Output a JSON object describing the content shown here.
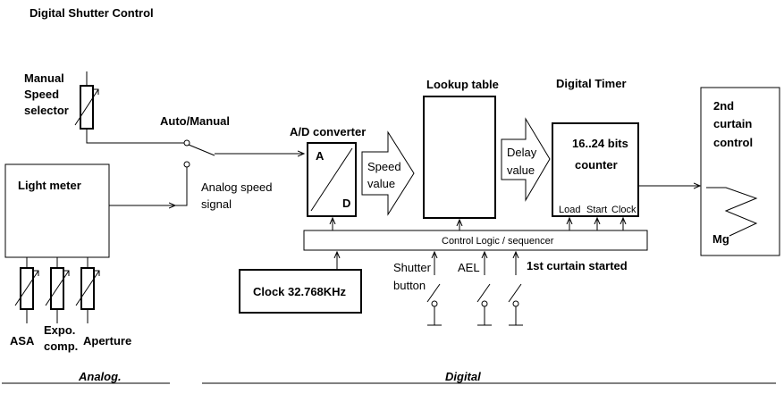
{
  "title": "Digital Shutter Control",
  "labels": {
    "manual_speed_selector": [
      "Manual",
      "Speed",
      "selector"
    ],
    "auto_manual": "Auto/Manual",
    "light_meter": "Light meter",
    "analog_speed_signal": [
      "Analog speed",
      "signal"
    ],
    "ad_converter": "A/D converter",
    "ad_a": "A",
    "ad_d": "D",
    "speed_value": [
      "Speed",
      "value"
    ],
    "lookup_table": "Lookup table",
    "delay_value": [
      "Delay",
      "value"
    ],
    "digital_timer": "Digital Timer",
    "counter_bits": "16..24 bits",
    "counter": "counter",
    "load": "Load",
    "start": "Start",
    "clock": "Clock",
    "second_curtain": [
      "2nd",
      "curtain",
      "control"
    ],
    "mg": "Mg",
    "control_logic": "Control Logic / sequencer",
    "clock_source": "Clock 32.768KHz",
    "shutter_button": [
      "Shutter",
      "button"
    ],
    "ael": "AEL",
    "first_curtain": "1st curtain started",
    "asa": "ASA",
    "expo_comp": [
      "Expo.",
      "comp."
    ],
    "aperture": "Aperture",
    "analog_section": "Analog.",
    "digital_section": "Digital"
  }
}
